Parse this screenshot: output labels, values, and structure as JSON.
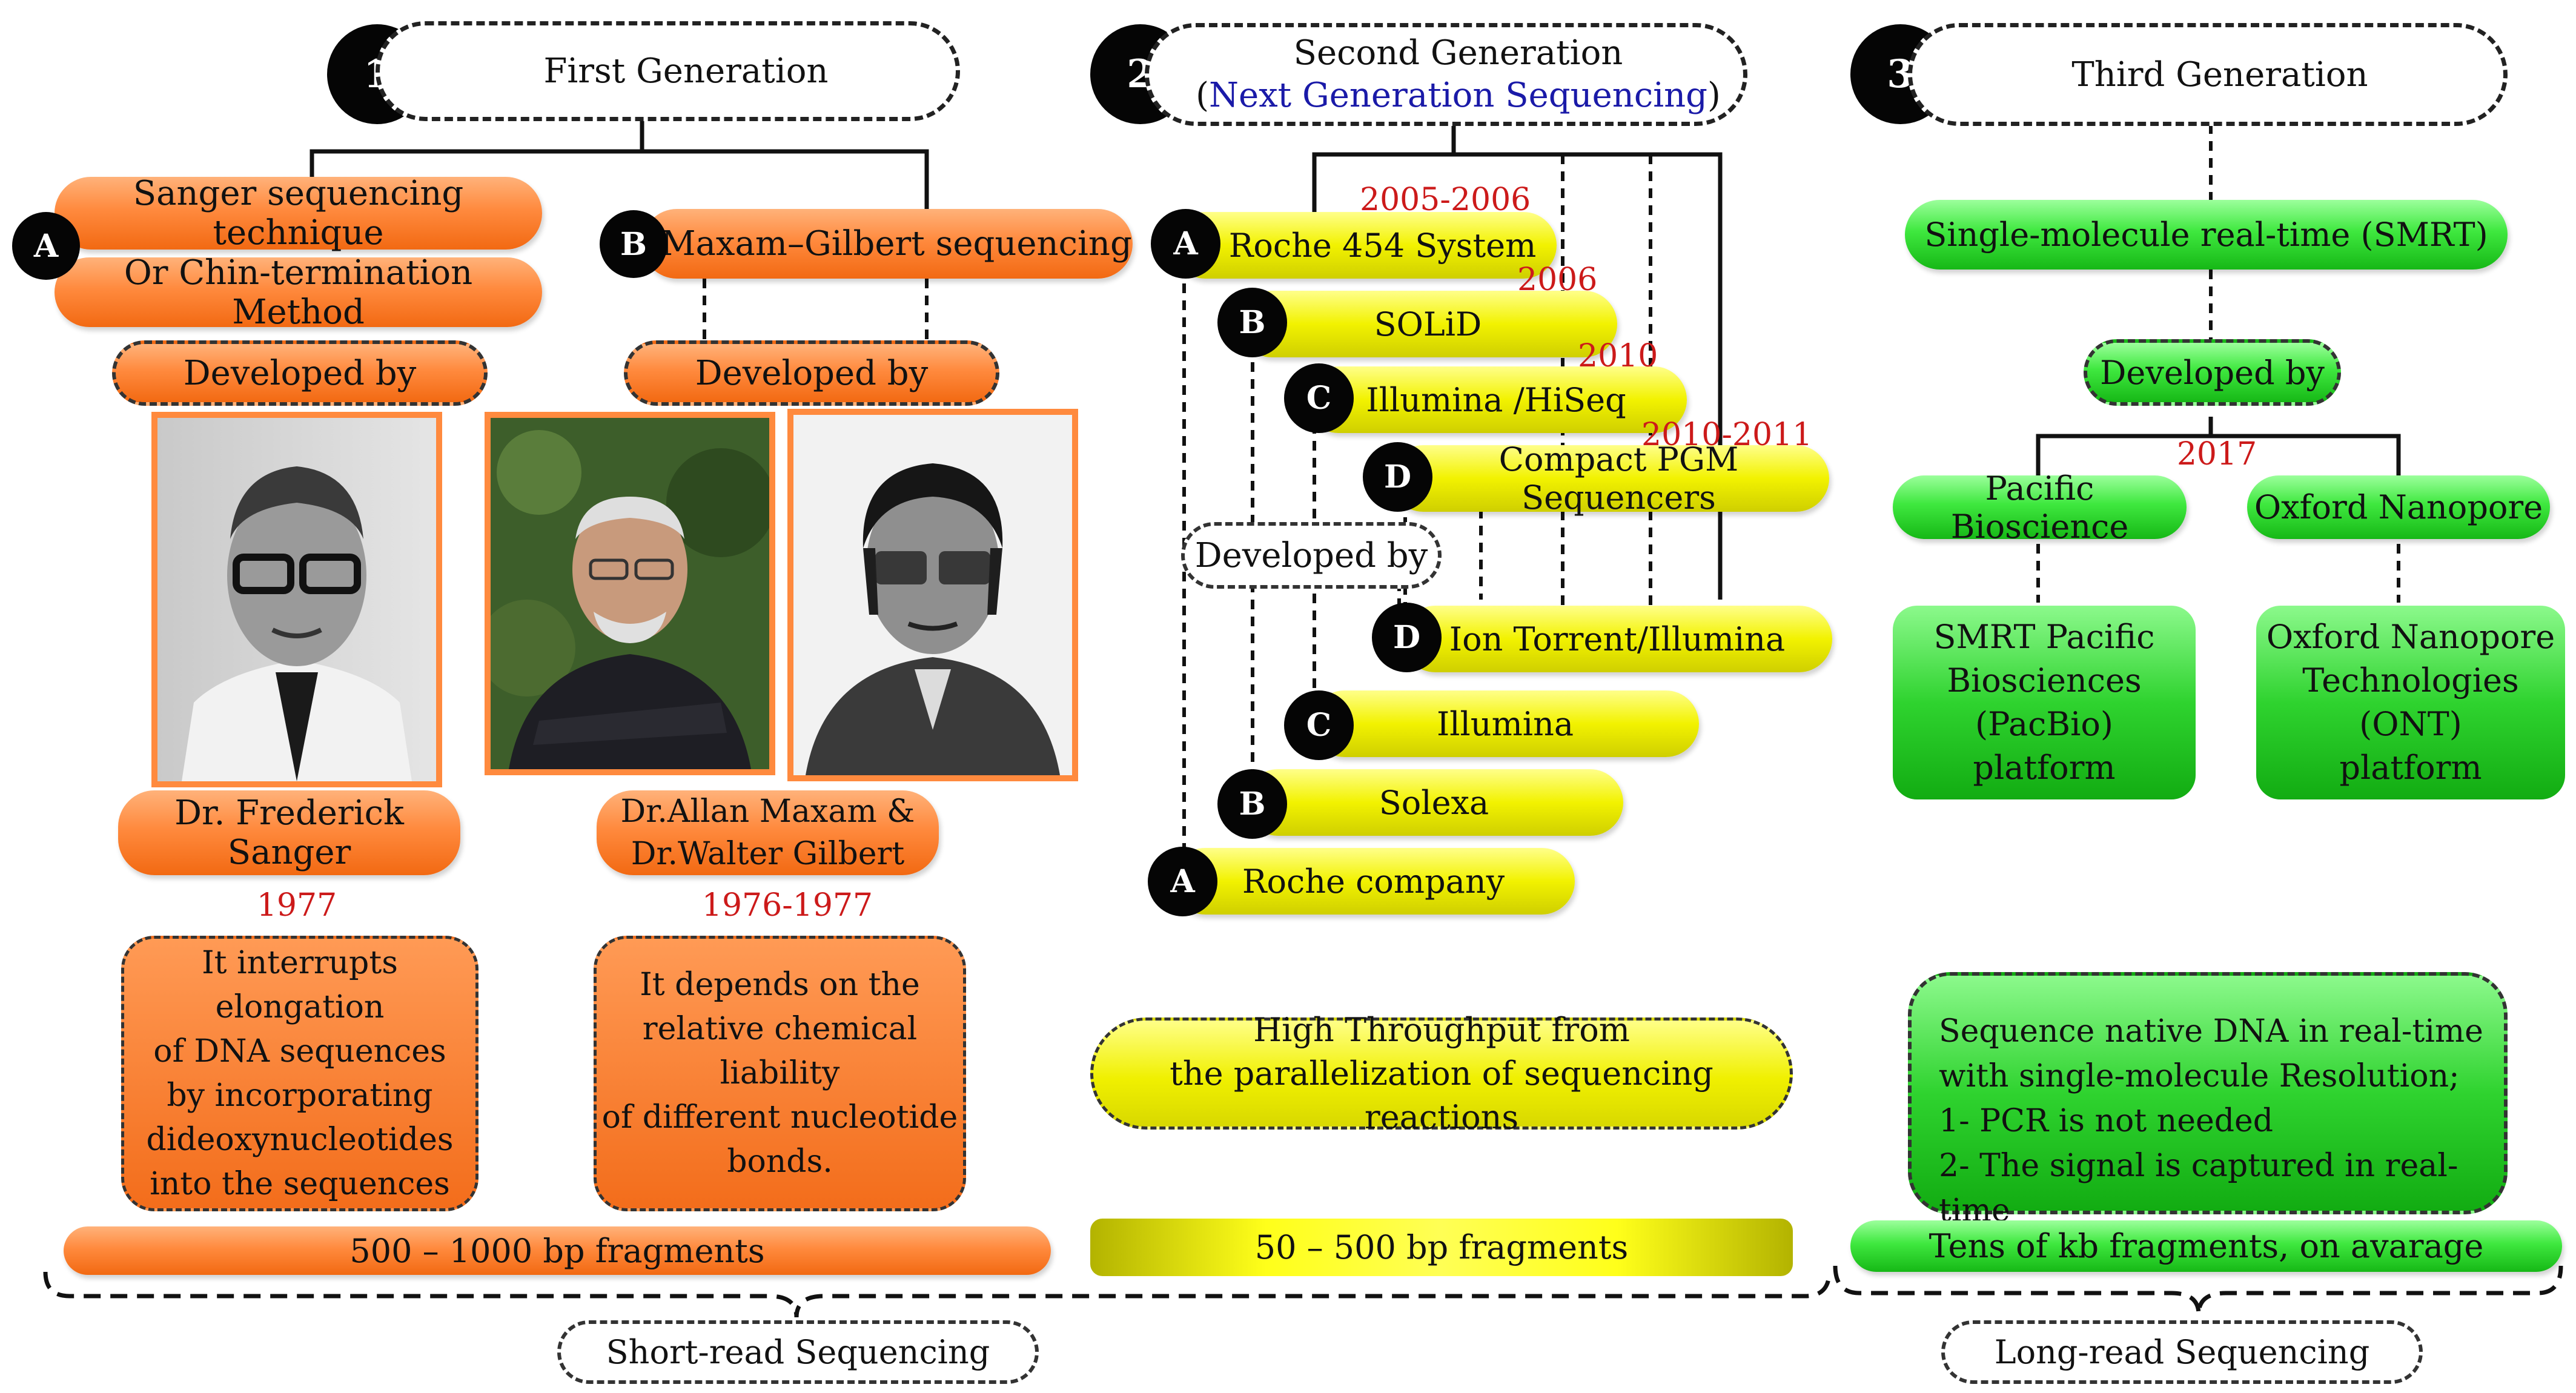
{
  "generations": [
    {
      "number": "1",
      "title": "First Generation"
    },
    {
      "number": "2",
      "title": "Second Generation",
      "subtitle": "Next Generation Sequencing"
    },
    {
      "number": "3",
      "title": "Third Generation"
    }
  ],
  "first_generation": {
    "method_a_line1": "Sanger sequencing technique",
    "method_a_line2": "Or Chin-termination Method",
    "method_a_letter": "A",
    "method_b": "Maxam–Gilbert sequencing",
    "method_b_letter": "B",
    "developed_by": "Developed by",
    "person_a": "Dr. Frederick Sanger",
    "person_b_line1": "Dr.Allan Maxam &",
    "person_b_line2": "Dr.Walter Gilbert",
    "year_a": "1977",
    "year_b": "1976-1977",
    "desc_a": [
      "It interrupts elongation",
      "of DNA sequences",
      "by incorporating",
      "dideoxynucleotides",
      "into the sequences"
    ],
    "desc_b": [
      "It depends on the",
      "relative chemical liability",
      "of different nucleotide",
      "bonds."
    ],
    "fragments": "500 – 1000 bp fragments"
  },
  "second_generation": {
    "systems": [
      {
        "letter": "A",
        "name": "Roche 454 System",
        "year": "2005-2006"
      },
      {
        "letter": "B",
        "name": "SOLiD",
        "year": "2006"
      },
      {
        "letter": "C",
        "name": "Illumina /HiSeq",
        "year": "2010"
      },
      {
        "letter": "D",
        "name": "Compact PGM Sequencers",
        "year": "2010-2011"
      }
    ],
    "developed_by": "Developed by",
    "companies": [
      {
        "letter": "D",
        "name": "Ion Torrent/Illumina"
      },
      {
        "letter": "C",
        "name": "Illumina"
      },
      {
        "letter": "B",
        "name": "Solexa"
      },
      {
        "letter": "A",
        "name": "Roche company"
      }
    ],
    "desc": [
      "High Throughput from",
      "the parallelization  of sequencing reactions"
    ],
    "fragments": "50 – 500 bp fragments"
  },
  "third_generation": {
    "technique": "Single-molecule  real-time (SMRT)",
    "developed_by": "Developed by",
    "year": "2017",
    "developer_a": "Pacific Bioscience",
    "developer_b": "Oxford Nanopore",
    "platform_a": [
      "SMRT Pacific",
      "Biosciences",
      "(PacBio)",
      "platform"
    ],
    "platform_b": [
      "Oxford Nanopore",
      "Technologies",
      "(ONT)",
      "platform"
    ],
    "desc": [
      "Sequence native DNA in real-time",
      "with single-molecule  Resolution;",
      "1- PCR is not needed",
      "2- The signal is captured in real-time"
    ],
    "fragments": "Tens of kb fragments, on avarage"
  },
  "categories": {
    "short_read": "Short-read Sequencing",
    "long_read": "Long-read Sequencing"
  },
  "colors": {
    "orange": "#f57a2a",
    "yellow": "#eeee00",
    "green": "#2fd32f",
    "year_red": "#cc1a1a",
    "subtitle_blue": "#1a1aa8"
  }
}
